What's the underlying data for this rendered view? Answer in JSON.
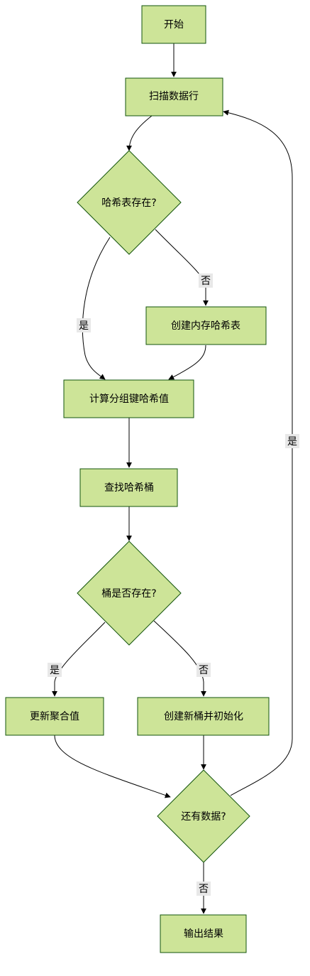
{
  "nodes": {
    "start": "开始",
    "scan": "扫描数据行",
    "hash_exists": "哈希表存在?",
    "create_hash": "创建内存哈希表",
    "compute_key": "计算分组键哈希值",
    "find_bucket": "查找哈希桶",
    "bucket_exists": "桶是否存在?",
    "update_agg": "更新聚合值",
    "create_bucket": "创建新桶并初始化",
    "more_data": "还有数据?",
    "output": "输出结果"
  },
  "edge_labels": {
    "hash_yes": "是",
    "hash_no": "否",
    "bucket_yes": "是",
    "bucket_no": "否",
    "more_yes": "是",
    "more_no": "否"
  },
  "colors": {
    "node_fill": "#cde498",
    "node_stroke": "#13540c",
    "edge": "#000000",
    "label_bg": "#e8e8e8"
  }
}
